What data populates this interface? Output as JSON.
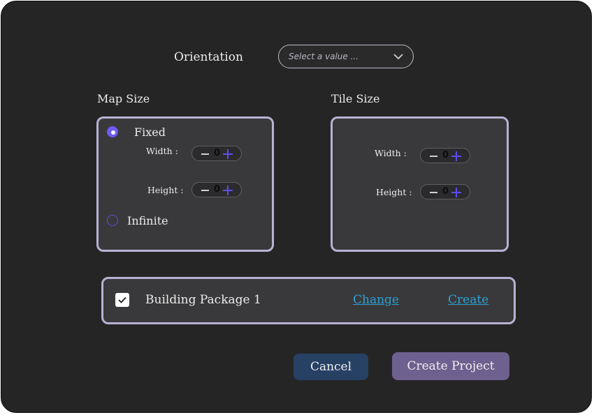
{
  "orientation": {
    "label": "Orientation",
    "placeholder": "Select a value ..."
  },
  "map_size": {
    "title": "Map Size",
    "options": {
      "fixed": "Fixed",
      "infinite": "Infinite"
    },
    "selected": "Fixed",
    "width_label": "Width :",
    "width_value": "0",
    "height_label": "Height :",
    "height_value": "0"
  },
  "tile_size": {
    "title": "Tile Size",
    "width_label": "Width :",
    "width_value": "0",
    "height_label": "Height :",
    "height_value": "0"
  },
  "package": {
    "checked": true,
    "name": "Building Package 1",
    "change_link": "Change",
    "create_link": "Create"
  },
  "buttons": {
    "cancel": "Cancel",
    "create_project": "Create Project"
  },
  "colors": {
    "background": "#262526",
    "panel": "#39393b",
    "panel_border": "#b9b1d2",
    "accent": "#6d5cf5",
    "link": "#2aa2d6",
    "cancel_button": "#274165",
    "create_button": "#6e608f"
  }
}
